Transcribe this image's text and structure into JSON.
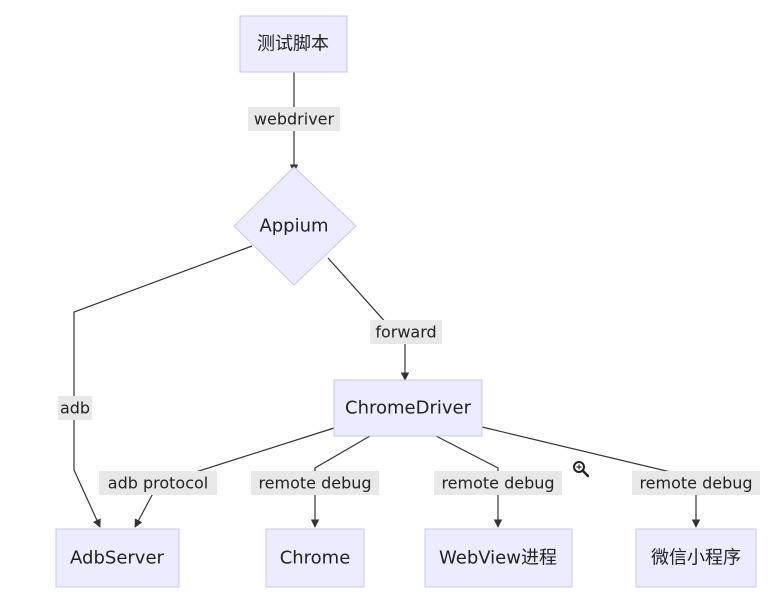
{
  "colors": {
    "node_fill": "#ECECFF",
    "node_border": "#C9C9E8",
    "edge": "#333333",
    "label_bg": "#E8E8E8",
    "text": "#222222",
    "background": "#ffffff"
  },
  "nodes": {
    "test_script": "测试脚本",
    "appium": "Appium",
    "chromedriver": "ChromeDriver",
    "adbserver": "AdbServer",
    "chrome": "Chrome",
    "webview": "WebView进程",
    "wechat_mini": "微信小程序"
  },
  "edges": {
    "webdriver": "webdriver",
    "adb": "adb",
    "forward": "forward",
    "adb_protocol": "adb protocol",
    "remote_debug_chrome": "remote debug",
    "remote_debug_webview": "remote debug",
    "remote_debug_wechat": "remote debug"
  },
  "icons": {
    "zoom": "magnifier-plus-icon"
  }
}
